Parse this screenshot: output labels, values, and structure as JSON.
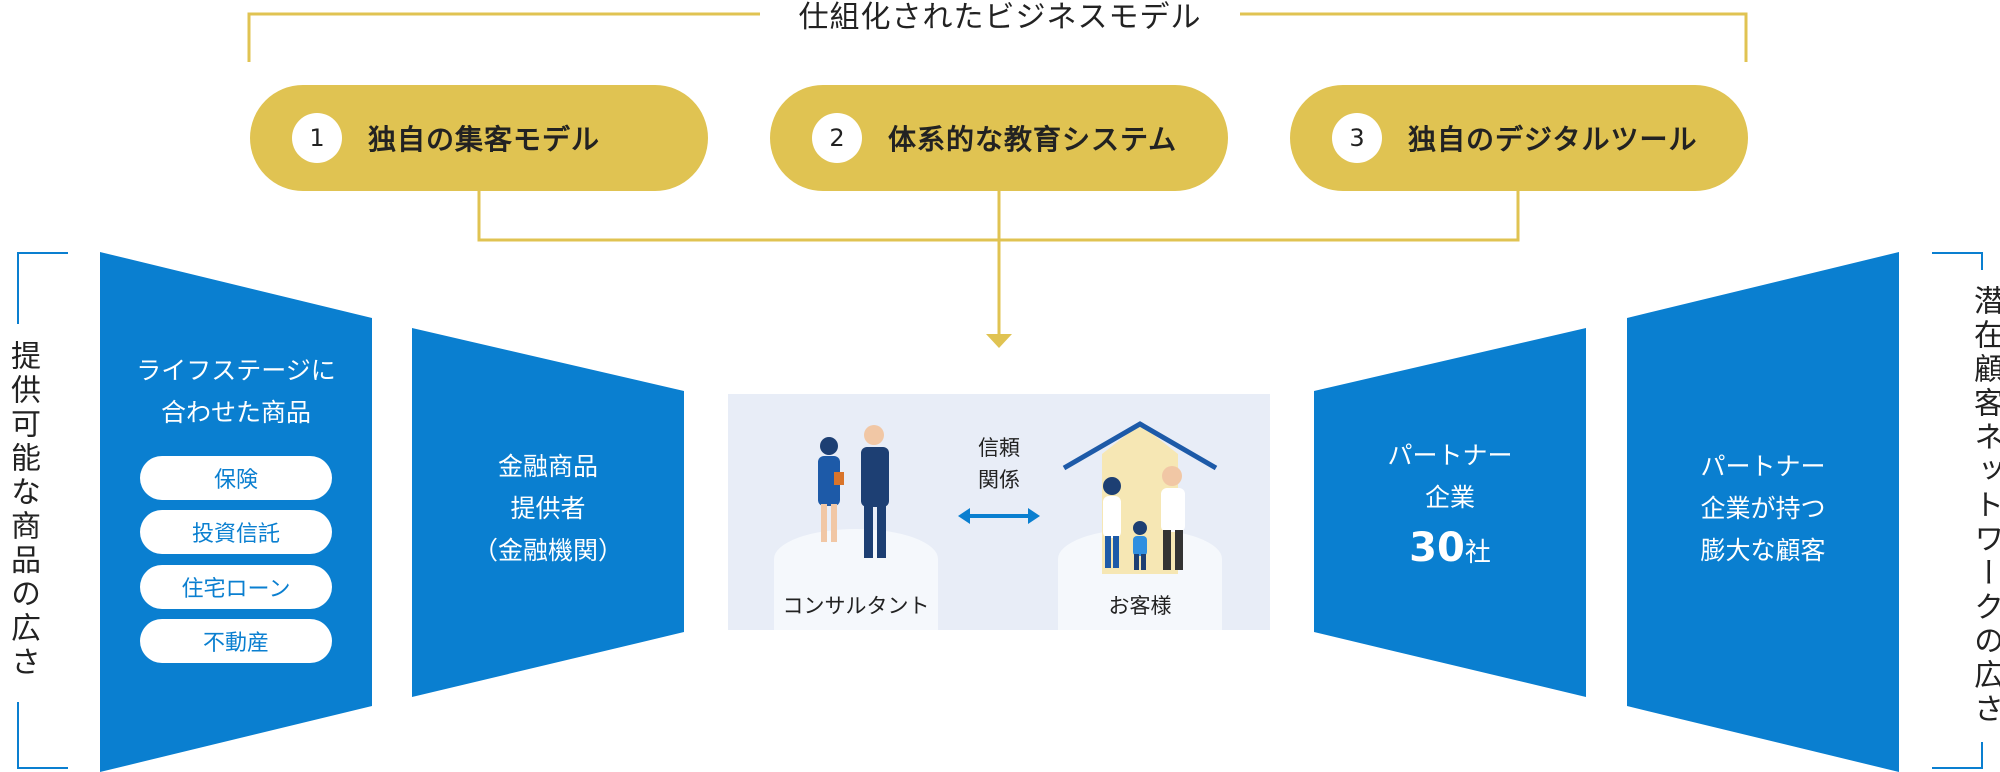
{
  "title": "仕組化されたビジネスモデル",
  "features": [
    {
      "num": "1",
      "label": "独自の集客モデル"
    },
    {
      "num": "2",
      "label": "体系的な教育システム"
    },
    {
      "num": "3",
      "label": "独自のデジタルツール"
    }
  ],
  "left_side_label": "提供可能な商品の広さ",
  "right_side_label": "潜在顧客ネットワークの広さ",
  "panel1": {
    "line1": "ライフステージに",
    "line2": "合わせた商品",
    "chips": [
      "保険",
      "投資信託",
      "住宅ローン",
      "不動産"
    ]
  },
  "panel2": {
    "line1": "金融商品",
    "line2": "提供者",
    "line3": "（金融機関）"
  },
  "center": {
    "consultant": "コンサルタント",
    "customer": "お客様",
    "trust_line1": "信頼",
    "trust_line2": "関係"
  },
  "panel3": {
    "line1": "パートナー",
    "line2": "企業",
    "count": "30",
    "unit": "社"
  },
  "panel4": {
    "line1": "パートナー",
    "line2": "企業が持つ",
    "line3": "膨大な顧客"
  },
  "colors": {
    "gold": "#e0c352",
    "blue": "#0a7fd0",
    "center_bg": "#e8edf7"
  }
}
